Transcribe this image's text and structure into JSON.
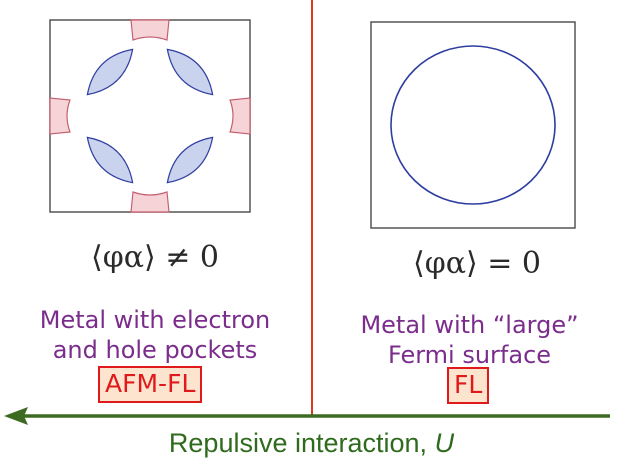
{
  "left_panel": {
    "order_parameter": "⟨φα⟩ ≠ 0",
    "description_line1": "Metal with electron",
    "description_line2": "and hole pockets",
    "phase_label": "AFM-FL"
  },
  "right_panel": {
    "order_parameter": "⟨φα⟩ = 0",
    "description_line1": "Metal with “large”",
    "description_line2": "Fermi surface",
    "phase_label": "FL"
  },
  "axis": {
    "label_text": "Repulsive interaction, ",
    "label_variable": "U"
  },
  "colors": {
    "hole_pocket": "#c9d3ee",
    "electron_pocket": "#f6d3d6",
    "pocket_outline": "#2e3ea0",
    "fermi_surface": "#2e3ea0",
    "divider": "#d83a1a",
    "arrow": "#3d6b22",
    "badge_fill": "#fde4cf",
    "badge_text": "#e01a1a",
    "description_text": "#7b2d8c"
  }
}
